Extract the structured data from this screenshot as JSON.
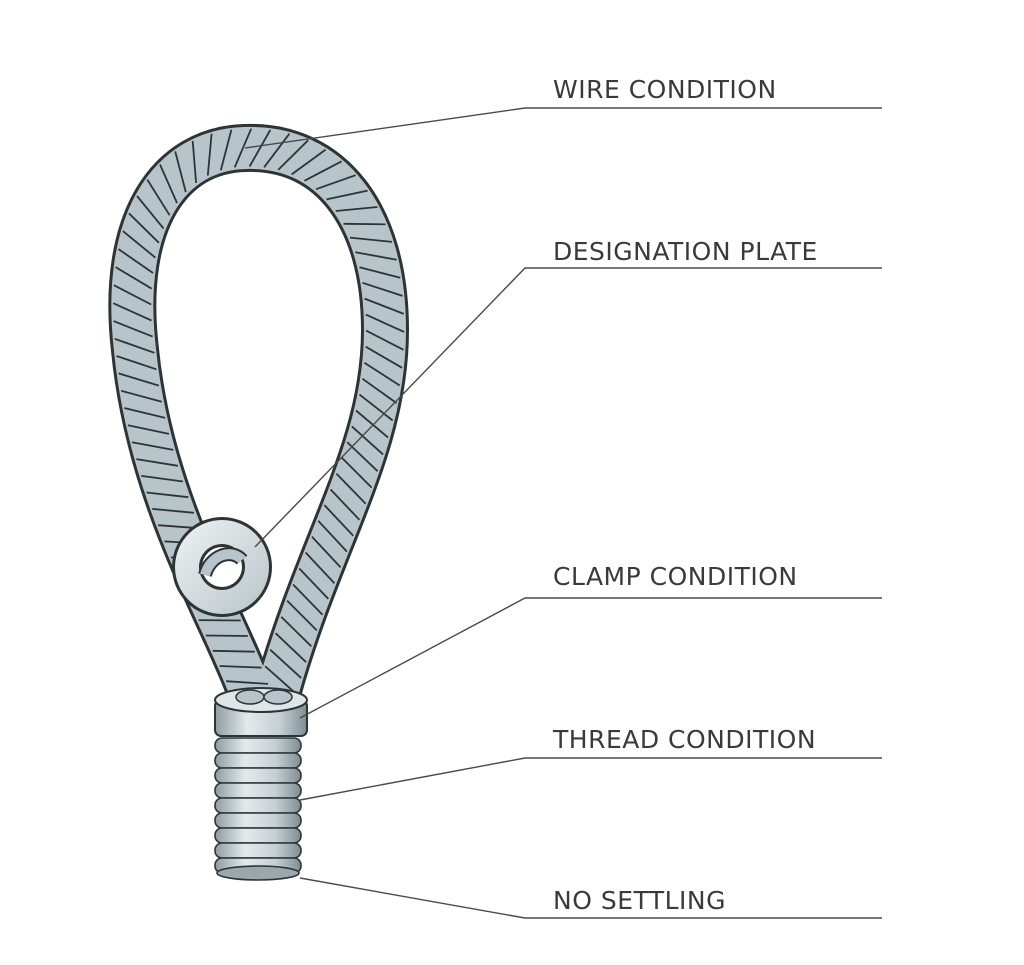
{
  "labels": {
    "wire_condition": "WIRE CONDITION",
    "designation_plate": "DESIGNATION PLATE",
    "clamp_condition": "CLAMP CONDITION",
    "thread_condition": "THREAD CONDITION",
    "no_settling": "NO SETTLING"
  },
  "colors": {
    "rope": "#b7c4c9",
    "outline": "#2e3436",
    "metal_light": "#dfe6e8",
    "metal_dark": "#9aa8ad",
    "text": "#3a3a3a"
  }
}
